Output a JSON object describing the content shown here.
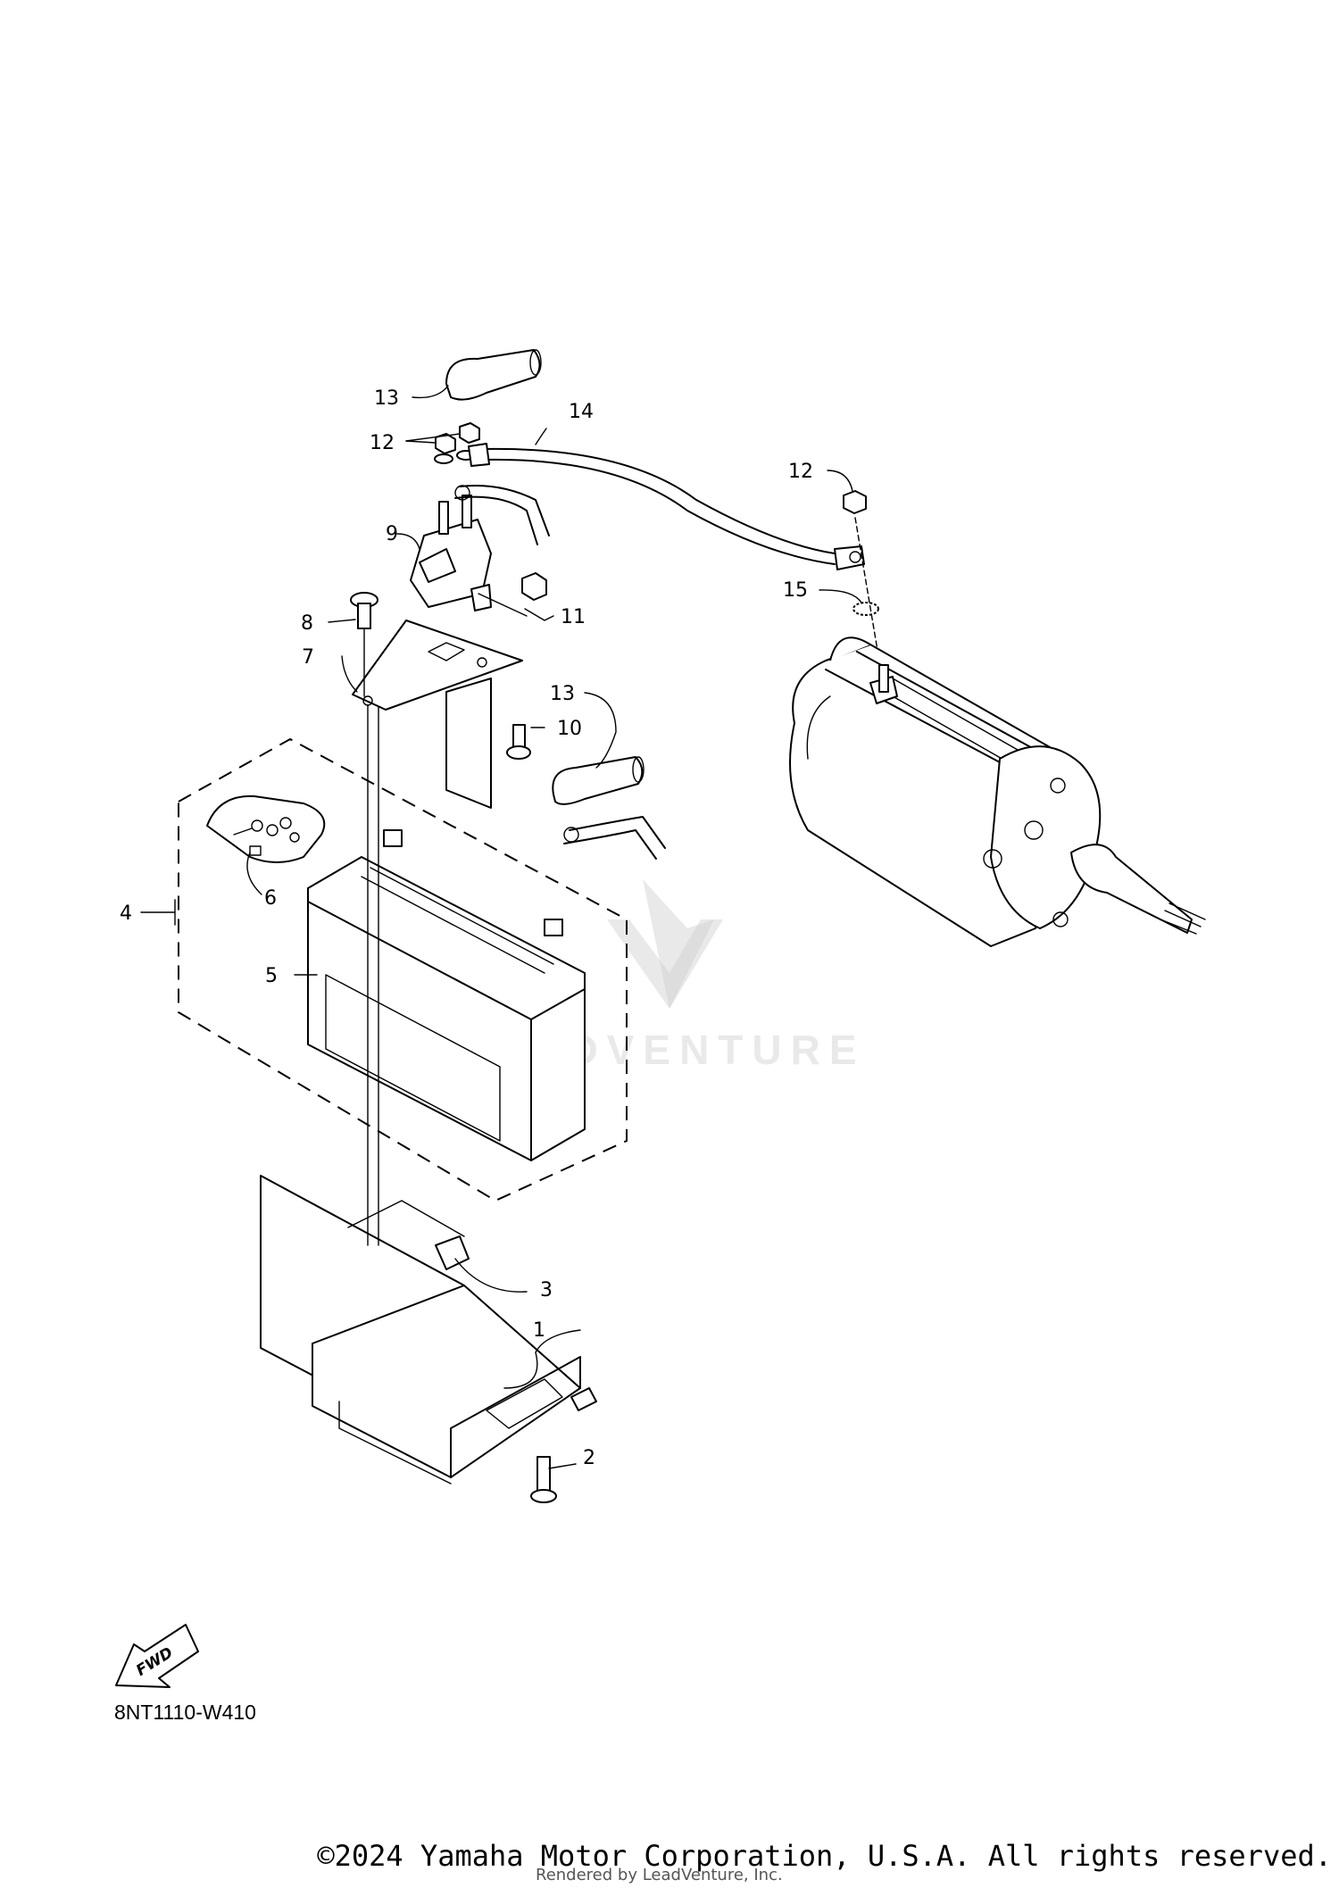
{
  "callouts": {
    "c1": "1",
    "c2": "2",
    "c3": "3",
    "c4": "4",
    "c5": "5",
    "c6": "6",
    "c7": "7",
    "c8": "8",
    "c9": "9",
    "c10": "10",
    "c11": "11",
    "c12a": "12",
    "c12b": "12",
    "c13a": "13",
    "c13b": "13",
    "c14": "14",
    "c15": "15"
  },
  "fwd_label": "FWD",
  "watermark": "LEADVENTURE",
  "diagram_code": "8NT1110-W410",
  "copyright": "©2024 Yamaha Motor Corporation, U.S.A. All rights reserved.",
  "rendered_by": "Rendered by LeadVenture, Inc."
}
